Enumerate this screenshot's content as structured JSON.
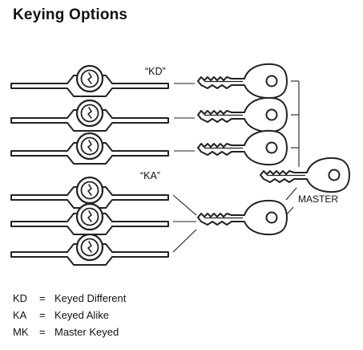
{
  "title": "Keying Options",
  "labels": {
    "kd_tag": "“KD”",
    "ka_tag": "“KA”",
    "master_tag": "MASTER"
  },
  "legend": [
    {
      "abbr": "KD",
      "eq": "=",
      "definition": "Keyed Different"
    },
    {
      "abbr": "KA",
      "eq": "=",
      "definition": "Keyed Alike"
    },
    {
      "abbr": "MK",
      "eq": "=",
      "definition": "Master Keyed"
    }
  ]
}
